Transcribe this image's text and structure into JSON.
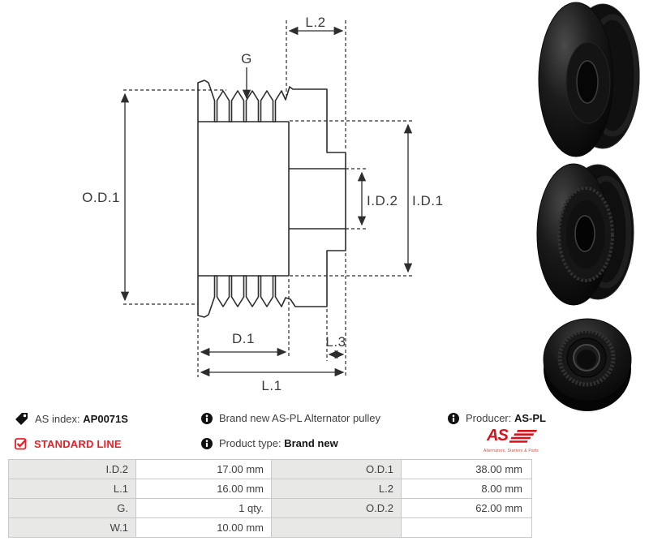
{
  "colors": {
    "red": "#ed1c24",
    "drawing_line": "#2d2d2d",
    "table_label_bg": "#e8e8e7",
    "table_border": "#c9c9c9"
  },
  "drawing": {
    "labels": {
      "l2": "L.2",
      "g": "G",
      "od1": "O.D.1",
      "id2": "I.D.2",
      "id1": "I.D.1",
      "d1": "D.1",
      "l3": "L.3",
      "l1": "L.1"
    }
  },
  "info": {
    "as_index": {
      "label": "AS index:",
      "value": "AP0071S"
    },
    "standard_line": "STANDARD LINE",
    "description": "Brand new AS-PL Alternator pulley",
    "product_type": {
      "label": "Product type:",
      "value": "Brand new"
    },
    "producer": {
      "label": "Producer:",
      "value": "AS-PL"
    },
    "logo": {
      "text": "AS",
      "subtext": "Alternators, Starters & Parts"
    }
  },
  "icons": {
    "tag": "tag-icon",
    "check": "checkbox-icon",
    "info": "info-icon"
  },
  "table": {
    "rows": [
      {
        "label_left": "I.D.2",
        "value_left": "17.00 mm",
        "label_right": "O.D.1",
        "value_right": "38.00 mm"
      },
      {
        "label_left": "L.1",
        "value_left": "16.00 mm",
        "label_right": "L.2",
        "value_right": "8.00 mm"
      },
      {
        "label_left": "G.",
        "value_left": "1 qty.",
        "label_right": "O.D.2",
        "value_right": "62.00 mm"
      },
      {
        "label_left": "W.1",
        "value_left": "10.00 mm",
        "label_right": "",
        "value_right": ""
      }
    ]
  }
}
